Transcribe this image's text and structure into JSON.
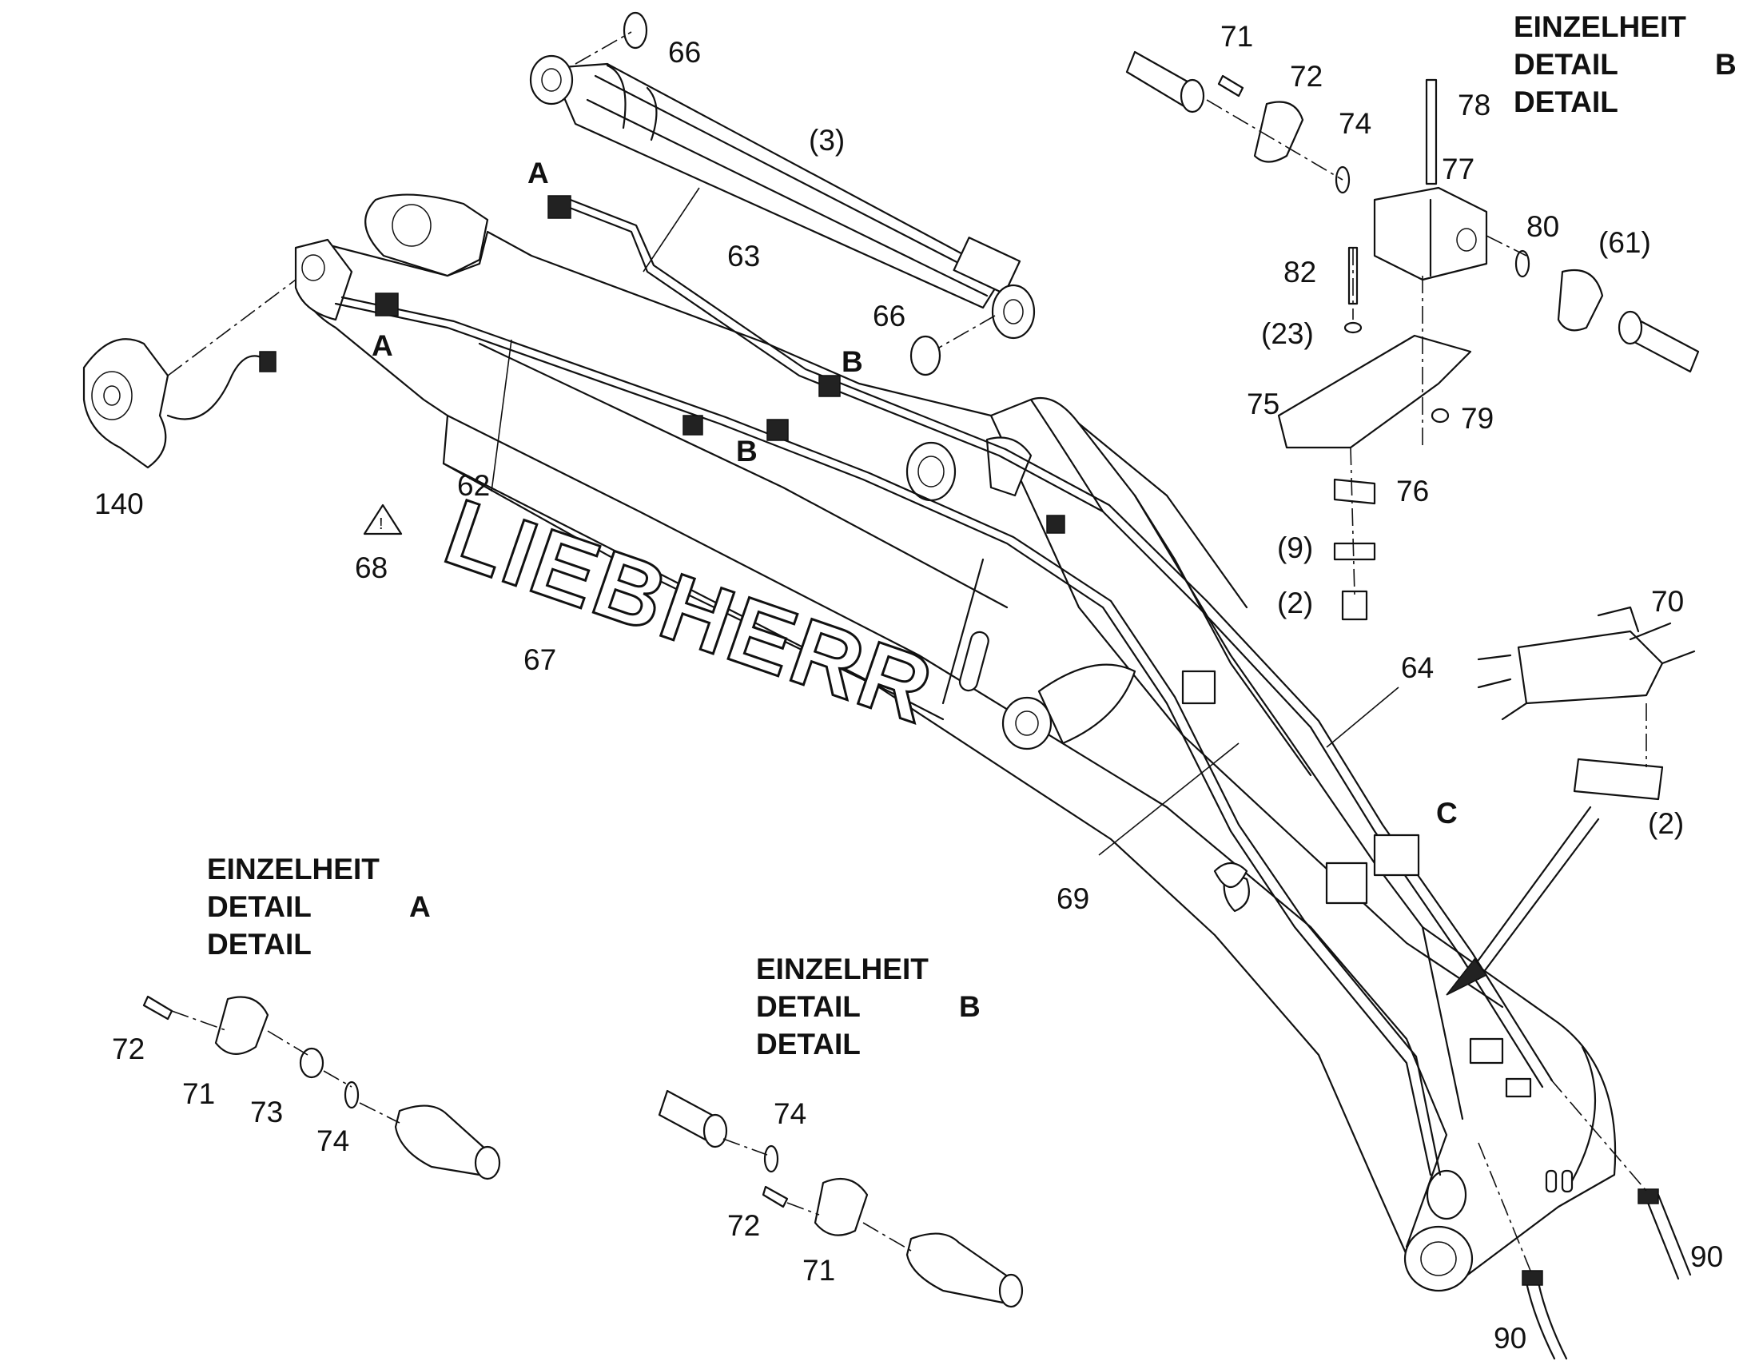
{
  "diagram": {
    "logo_text": "LIEBHERR",
    "callouts": [
      {
        "id": "c66a",
        "text": "66"
      },
      {
        "id": "c3",
        "text": "(3)"
      },
      {
        "id": "cA1",
        "text": "A"
      },
      {
        "id": "c63",
        "text": "63"
      },
      {
        "id": "c66b",
        "text": "66"
      },
      {
        "id": "cA2",
        "text": "A"
      },
      {
        "id": "cB1",
        "text": "B"
      },
      {
        "id": "cB2",
        "text": "B"
      },
      {
        "id": "c62",
        "text": "62"
      },
      {
        "id": "c140",
        "text": "140"
      },
      {
        "id": "c68",
        "text": "68"
      },
      {
        "id": "c67",
        "text": "67"
      },
      {
        "id": "c64",
        "text": "64"
      },
      {
        "id": "cC",
        "text": "C"
      },
      {
        "id": "c69",
        "text": "69"
      },
      {
        "id": "c70",
        "text": "70"
      },
      {
        "id": "c2b",
        "text": "(2)"
      },
      {
        "id": "c90a",
        "text": "90"
      },
      {
        "id": "c90b",
        "text": "90"
      },
      {
        "id": "c71t",
        "text": "71"
      },
      {
        "id": "c72t",
        "text": "72"
      },
      {
        "id": "c74t",
        "text": "74"
      },
      {
        "id": "c78",
        "text": "78"
      },
      {
        "id": "c77",
        "text": "77"
      },
      {
        "id": "c80",
        "text": "80"
      },
      {
        "id": "c61",
        "text": "(61)"
      },
      {
        "id": "c82",
        "text": "82"
      },
      {
        "id": "c23",
        "text": "(23)"
      },
      {
        "id": "c75",
        "text": "75"
      },
      {
        "id": "c79",
        "text": "79"
      },
      {
        "id": "c76",
        "text": "76"
      },
      {
        "id": "c9",
        "text": "(9)"
      },
      {
        "id": "c2a",
        "text": "(2)"
      },
      {
        "id": "cA72",
        "text": "72"
      },
      {
        "id": "cA71",
        "text": "71"
      },
      {
        "id": "cA73",
        "text": "73"
      },
      {
        "id": "cA74",
        "text": "74"
      },
      {
        "id": "cB74",
        "text": "74"
      },
      {
        "id": "cB72",
        "text": "72"
      },
      {
        "id": "cB71",
        "text": "71"
      }
    ],
    "detail_top_right": {
      "line1": "EINZELHEIT",
      "line2": "DETAIL",
      "letter": "B",
      "line3": "DETAIL"
    },
    "detail_a": {
      "line1": "EINZELHEIT",
      "line2": "DETAIL",
      "letter": "A",
      "line3": "DETAIL"
    },
    "detail_b": {
      "line1": "EINZELHEIT",
      "line2": "DETAIL",
      "letter": "B",
      "line3": "DETAIL"
    }
  }
}
